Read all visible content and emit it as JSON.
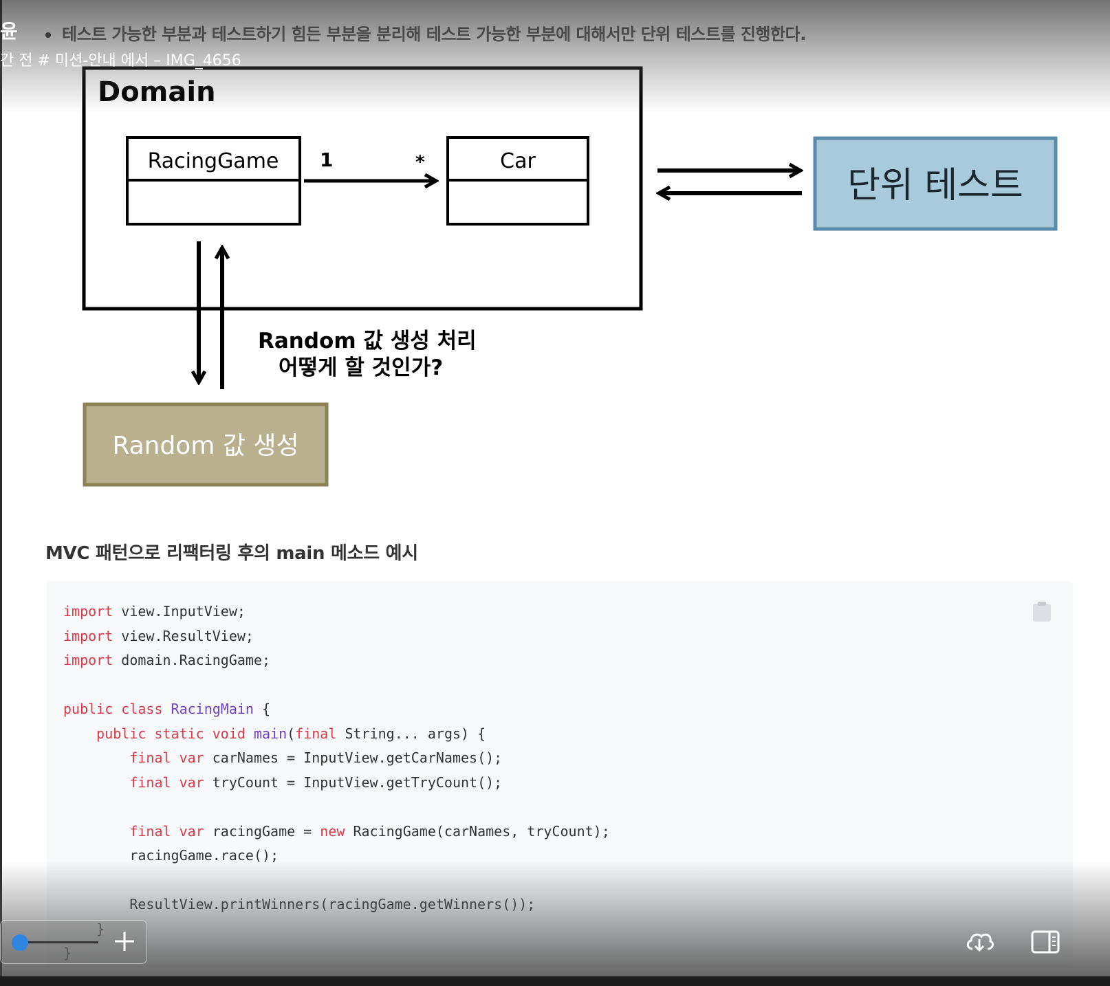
{
  "page": {
    "bullet_text": "테스트 가능한 부분과 테스트하기 힘든 부분을 분리해 테스트 가능한 부분에 대해서만 단위 테스트를 진행한다.",
    "author": "윤",
    "meta_text": "간 전 # 미션-안내 에서 – IMG_4656"
  },
  "diagram": {
    "domain_label": "Domain",
    "racing_game_label": "RacingGame",
    "car_label": "Car",
    "multiplicity_one": "1",
    "multiplicity_many": "*",
    "unit_test_label": "단위 테스트",
    "question_line1": "Random 값 생성 처리",
    "question_line2": "어떻게 할 것인가?",
    "random_label": "Random 값 생성",
    "colors": {
      "unit_test_fill": "#a9cadb",
      "unit_test_border": "#5b8aa8",
      "random_fill": "#b9b08f",
      "random_border": "#8d8254"
    }
  },
  "section": {
    "heading": "MVC 패턴으로 리팩터링 후의 main 메소드 예시"
  },
  "code": {
    "kw_import": "import",
    "import_1": " view.InputView;",
    "import_2": " view.ResultView;",
    "import_3": " domain.RacingGame;",
    "kw_public": "public",
    "kw_class": " class ",
    "class_name": "RacingMain",
    "class_open": " {",
    "kw_static_void": " static void ",
    "method_name": "main",
    "kw_final": "final",
    "params": " String... args) {",
    "kw_var": "var",
    "line_carnames": " carNames = InputView.getCarNames();",
    "line_trycount": " tryCount = InputView.getTryCount();",
    "line_racinggame_a": " racingGame = ",
    "kw_new": "new",
    "line_racinggame_b": " RacingGame(carNames, tryCount);",
    "line_race": "racingGame.race();",
    "line_print": "ResultView.printWinners(racingGame.getWinners());",
    "close_brace": "}"
  },
  "toolbar": {
    "icons": [
      "copy-icon",
      "zoom-plus-icon",
      "cloud-download-icon",
      "sidebar-icon"
    ]
  }
}
